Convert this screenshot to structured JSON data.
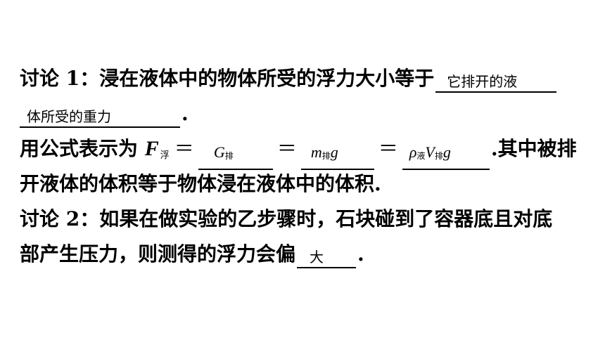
{
  "discussion1": {
    "prefix": "讨论 1：浸在液体中的物体所受的浮力大小等于",
    "answer1_part1": "它排开的液",
    "answer1_part2": "体所受的重力",
    "end_period": "."
  },
  "formula": {
    "prefix": "用公式表示为",
    "symbol": "F",
    "symbol_sub": "浮",
    "equals": "＝",
    "blank1_main": "G",
    "blank1_sub": "排",
    "blank2_main": "m",
    "blank2_sub": "排",
    "blank2_suffix": "g",
    "blank3_rho": "ρ",
    "blank3_rho_sub": "液",
    "blank3_v": "V",
    "blank3_v_sub": "排",
    "blank3_suffix": "g",
    "suffix": ".其中被排",
    "line2": "开液体的体积等于物体浸在液体中的体积."
  },
  "discussion2": {
    "line1": "讨论 2：如果在做实验的乙步骤时，石块碰到了容器底且对底",
    "line2_prefix": "部产生压力，则测得的浮力会偏",
    "answer": "大",
    "end_period": "."
  }
}
